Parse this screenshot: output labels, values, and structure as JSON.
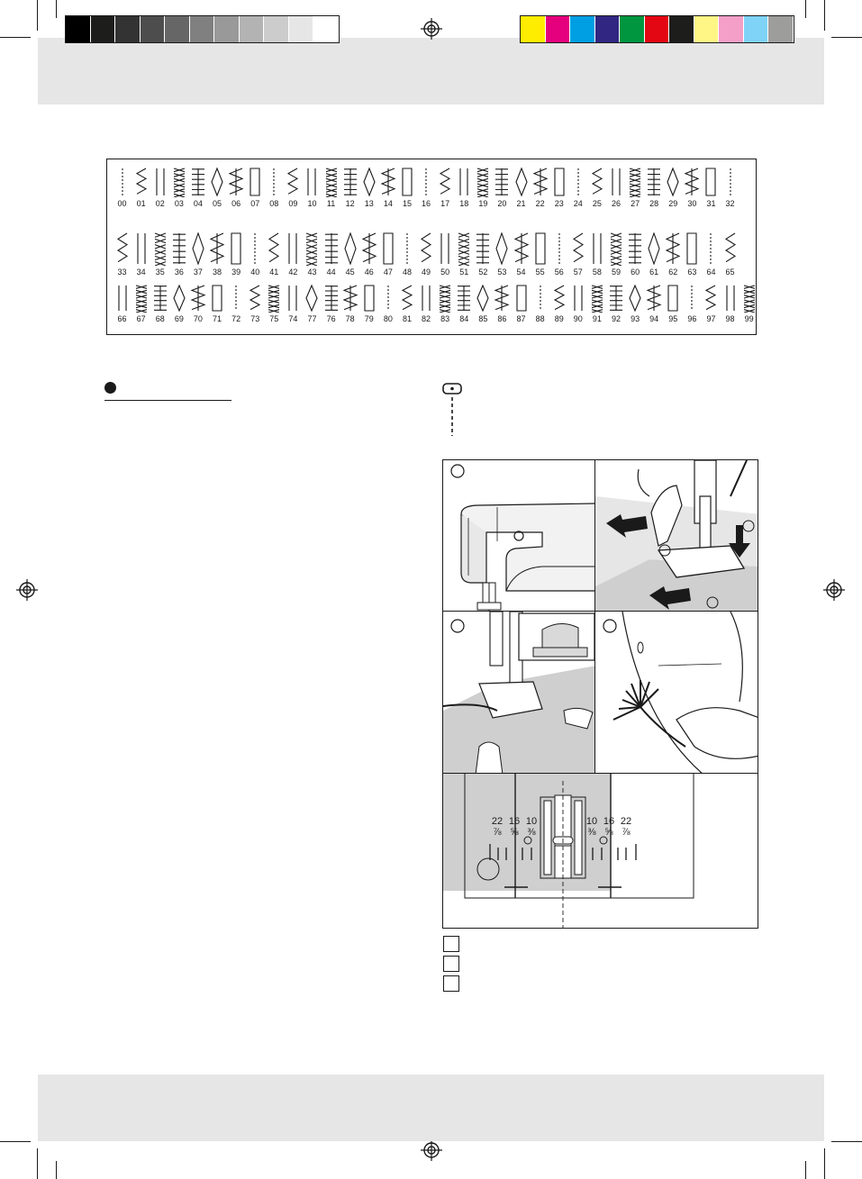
{
  "print_marks": {
    "gray_swatches": [
      "#000000",
      "#1d1d1b",
      "#333333",
      "#4d4d4d",
      "#666666",
      "#808080",
      "#999999",
      "#b3b3b3",
      "#cccccc",
      "#e6e6e6",
      "#ffffff"
    ],
    "color_swatches": [
      "#ffed00",
      "#e5007e",
      "#009fe3",
      "#312783",
      "#009640",
      "#e30613",
      "#1d1d1b",
      "#fff685",
      "#f39fc8",
      "#7fd3f7",
      "#9d9d9c"
    ]
  },
  "stitch_chart": {
    "rows": [
      [
        "00",
        "01",
        "02",
        "03",
        "04",
        "05",
        "06",
        "07",
        "08",
        "09",
        "10",
        "11",
        "12",
        "13",
        "14",
        "15",
        "16",
        "17",
        "18",
        "19",
        "20",
        "21",
        "22",
        "23",
        "24",
        "25",
        "26",
        "27",
        "28",
        "29",
        "30",
        "31",
        "32"
      ],
      [
        "33",
        "34",
        "35",
        "36",
        "37",
        "38",
        "39",
        "40",
        "41",
        "42",
        "43",
        "44",
        "45",
        "46",
        "47",
        "48",
        "49",
        "50",
        "51",
        "52",
        "53",
        "54",
        "55",
        "56",
        "57",
        "58",
        "59",
        "60",
        "61",
        "62",
        "63",
        "64",
        "65"
      ],
      [
        "66",
        "67",
        "68",
        "69",
        "70",
        "71",
        "72",
        "73",
        "75",
        "74",
        "77",
        "76",
        "78",
        "79",
        "80",
        "81",
        "82",
        "83",
        "84",
        "85",
        "86",
        "87",
        "88",
        "89",
        "90",
        "91",
        "92",
        "93",
        "94",
        "95",
        "96",
        "97",
        "98",
        "99"
      ]
    ]
  },
  "section": {
    "bullet_icon": "filled-circle-icon"
  },
  "straight_stitch_icon": "straight-stitch-symbol-icon",
  "figures": {
    "panels": [
      "machine-overview",
      "presser-foot-fabric",
      "foot-pedal-sewing",
      "thread-cutting",
      "needle-plate-seam-guide"
    ],
    "seam_guide_left": [
      [
        "22",
        "⅞"
      ],
      [
        "16",
        "⅝"
      ],
      [
        "10",
        "⅜"
      ]
    ],
    "seam_guide_right": [
      [
        "10",
        "⅜"
      ],
      [
        "16",
        "⅝"
      ],
      [
        "22",
        "⅞"
      ]
    ]
  },
  "legend": {
    "boxes": [
      "",
      "",
      ""
    ]
  }
}
